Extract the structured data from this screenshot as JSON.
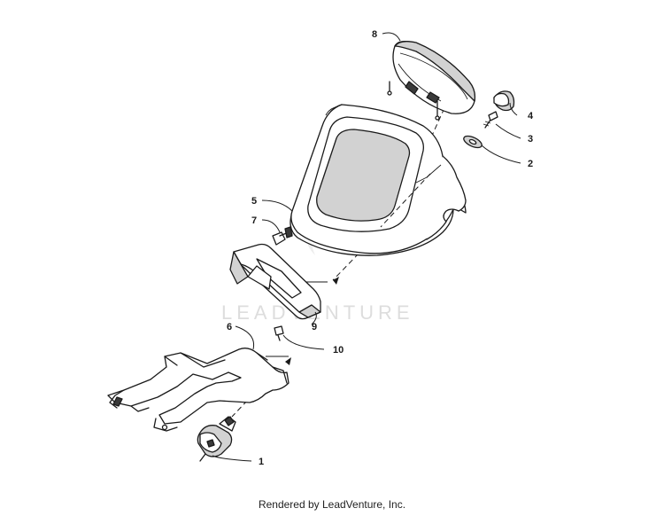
{
  "watermark": "LEADVENTURE",
  "footer": "Rendered by LeadVenture, Inc.",
  "callouts": {
    "c1": "1",
    "c2": "2",
    "c3": "3",
    "c4": "4",
    "c5": "5",
    "c6": "6",
    "c7": "7",
    "c8": "8",
    "c9": "9",
    "c10": "10"
  }
}
